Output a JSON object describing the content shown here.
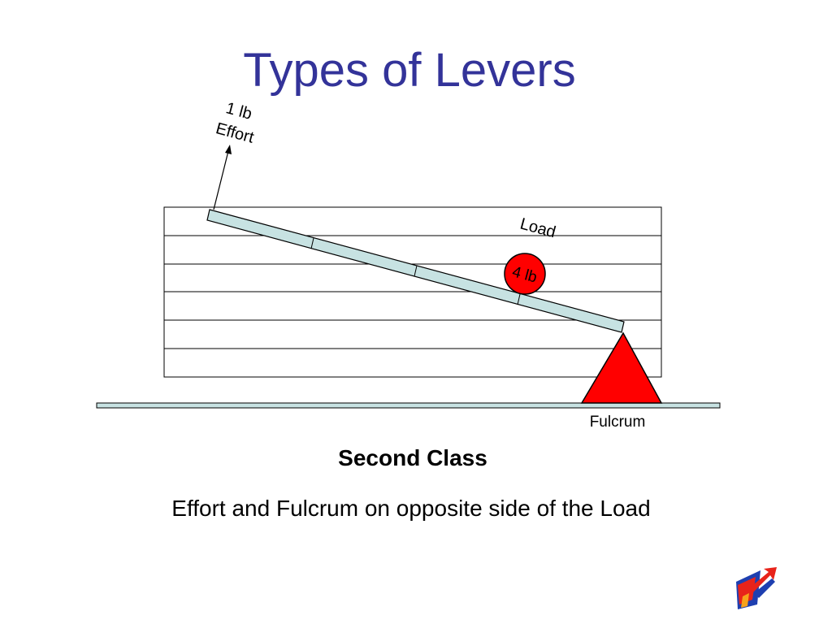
{
  "slide": {
    "title": "Types of Levers",
    "subtitle": "Second Class",
    "caption": "Effort and Fulcrum on opposite side of the Load"
  },
  "diagram": {
    "effort_weight": "1 lb",
    "effort_label": "Effort",
    "load_label": "Load",
    "load_weight": "4 lb",
    "fulcrum_label": "Fulcrum"
  },
  "colors": {
    "title": "#333399",
    "lever_fill": "#c7e2e2",
    "load_ball": "#ff0000",
    "fulcrum": "#ff0000",
    "logo_red": "#e8231a",
    "logo_blue": "#1e3fb0",
    "logo_orange": "#f7a21b"
  }
}
